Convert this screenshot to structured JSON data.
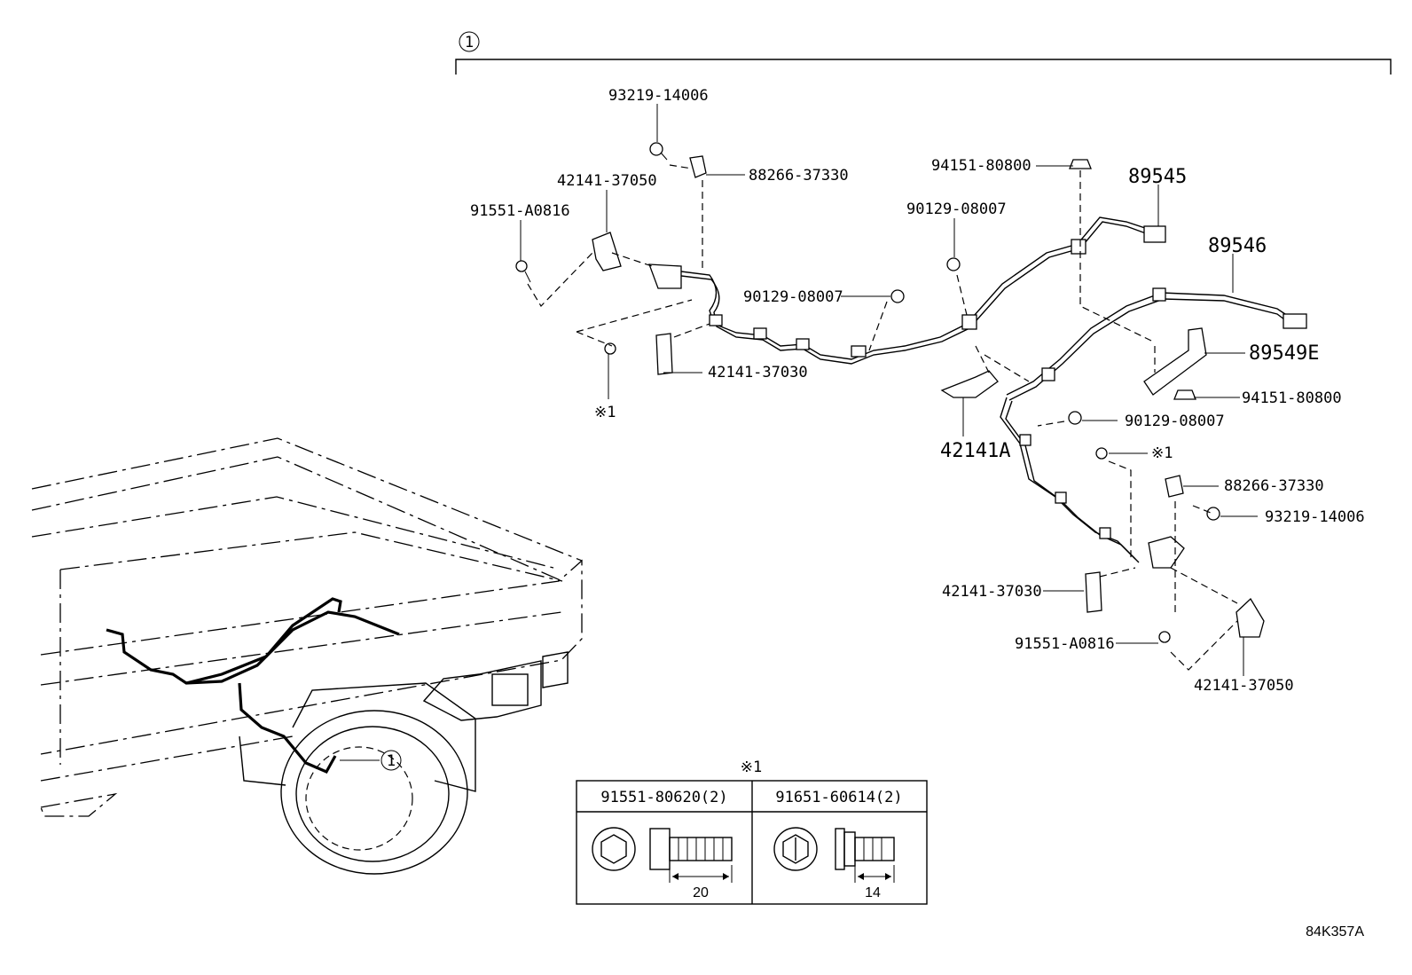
{
  "group_marker": "1",
  "ref_note_symbol": "※1",
  "diagram_code": "84K357A",
  "labels": {
    "p93219_top": "93219-14006",
    "p88266_top": "88266-37330",
    "p42141_37050_top": "42141-37050",
    "p91551_top": "91551-A0816",
    "p90129_mid": "90129-08007",
    "p42141_37030_top": "42141-37030",
    "p94151_top": "94151-80800",
    "p90129_upper": "90129-08007",
    "p89545": "89545",
    "p89546": "89546",
    "p89549E": "89549E",
    "p94151_right": "94151-80800",
    "p42141A": "42141A",
    "p90129_right": "90129-08007",
    "p88266_right": "88266-37330",
    "p93219_right": "93219-14006",
    "p42141_37030_bottom": "42141-37030",
    "p91551_bottom": "91551-A0816",
    "p42141_37050_bottom": "42141-37050"
  },
  "table": {
    "title": "※1",
    "col1_header": "91551-80620(2)",
    "col2_header": "91651-60614(2)",
    "col1_length": "20",
    "col2_length": "14"
  }
}
